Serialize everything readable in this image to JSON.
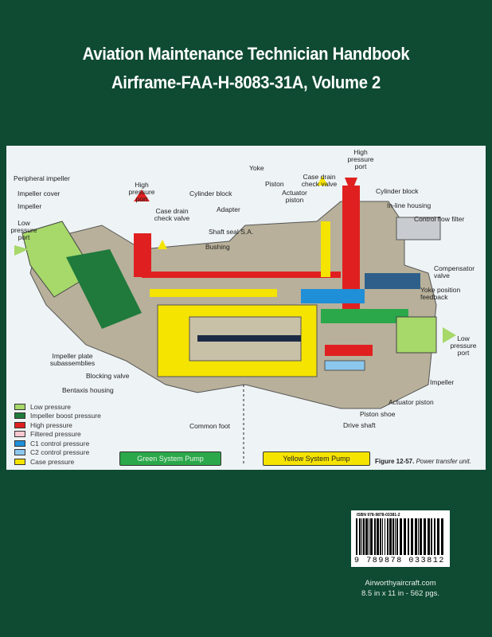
{
  "cover": {
    "title_line1": "Aviation Maintenance Technician Handbook",
    "title_line2": "Airframe-FAA-H-8083-31A, Volume 2",
    "background_color": "#0f4a33"
  },
  "figure": {
    "labels": {
      "peripheral_impeller": "Peripheral impeller",
      "impeller_cover": "Impeller cover",
      "impeller_left": "Impeller",
      "low_pressure_port_left": "Low pressure port",
      "high_pressure_port_left": "High pressure port",
      "cylinder_block_left": "Cylinder block",
      "case_drain_left": "Case drain check valve",
      "adapter": "Adapter",
      "shaft_seal": "Shaft seal S.A.",
      "bushing": "Bushing",
      "yoke": "Yoke",
      "piston": "Piston",
      "actuator_piston_top": "Actuator piston",
      "case_drain_right": "Case drain check valve",
      "high_pressure_port_right": "High pressure port",
      "cylinder_block_right": "Cylinder block",
      "inline_housing": "In-line housing",
      "control_flow_filter": "Control flow filter",
      "compensator_valve": "Compensator valve",
      "yoke_feedback": "Yoke position feedback",
      "low_pressure_port_right": "Low pressure port",
      "impeller_right": "Impeller",
      "actuator_piston_bottom": "Actuator piston",
      "piston_shoe": "Piston shoe",
      "drive_shaft": "Drive shaft",
      "common_foot": "Common foot",
      "impeller_plate": "Impeller plate subassemblies",
      "blocking_valve": "Blocking valve",
      "bentaxis_housing": "Bentaxis housing"
    },
    "legend": [
      {
        "label": "Low pressure",
        "color": "#a6d86a"
      },
      {
        "label": "Impeller boost pressure",
        "color": "#1f7a3c"
      },
      {
        "label": "High pressure",
        "color": "#e02020"
      },
      {
        "label": "Filtered pressure",
        "color": "#f7c8d0"
      },
      {
        "label": "C1 control pressure",
        "color": "#1f8fd8"
      },
      {
        "label": "C2 control pressure",
        "color": "#8cc8ee"
      },
      {
        "label": "Case pressure",
        "color": "#f5e300"
      }
    ],
    "green_button": "Green System Pump",
    "yellow_button": "Yellow System Pump",
    "caption_number": "Figure 12-57.",
    "caption_text": "Power transfer unit."
  },
  "barcode": {
    "isbn": "ISBN 978-9878-03381-2",
    "digits": "9 789878 033812"
  },
  "info": {
    "website": "Airworthyaircraft.com",
    "specs": "8.5 in x 11 in - 562 pgs."
  }
}
